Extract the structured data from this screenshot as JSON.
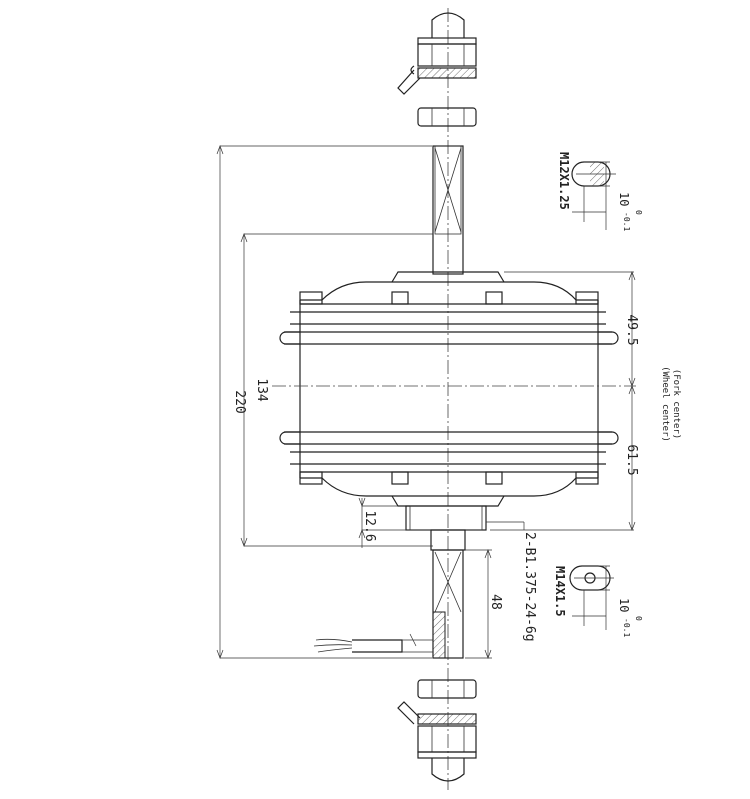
{
  "labels": {
    "thread_top": "M12X1.25",
    "thread_bottom": "M14X1.5",
    "tol_top_value": "10",
    "tol_top_upper": "0",
    "tol_top_lower": "-0.1",
    "tol_bottom_value": "10",
    "tol_bottom_upper": "0",
    "tol_bottom_lower": "-0.1",
    "fork_center": "(Fork center)",
    "wheel_center": "(Wheel center)",
    "dim_220": "220",
    "dim_134": "134",
    "dim_49_5": "49.5",
    "dim_61_5": "61.5",
    "dim_12_6": "12.6",
    "dim_48": "48",
    "freewheel_spec": "2-B1.375-24-6g"
  }
}
